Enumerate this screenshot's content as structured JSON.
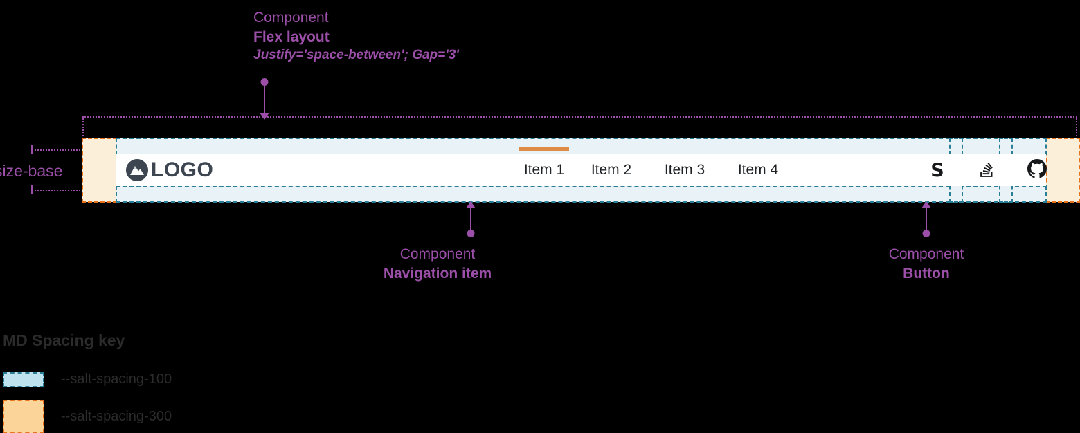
{
  "annotations": [
    {
      "kind": "Component",
      "name": "Flex layout",
      "props": "Justify='space-between'; Gap='3'"
    },
    {
      "kind": "Component",
      "name": "Navigation item",
      "props": ""
    },
    {
      "kind": "Component",
      "name": "Button",
      "props": ""
    }
  ],
  "dimension": {
    "label": "size-base"
  },
  "navbar": {
    "logo": {
      "text": "LOGO",
      "icon": "mountain-logo-icon"
    },
    "items": [
      {
        "label": "Item 1",
        "active": true
      },
      {
        "label": "Item 2",
        "active": false
      },
      {
        "label": "Item 3",
        "active": false
      },
      {
        "label": "Item 4",
        "active": false
      }
    ],
    "buttons": [
      {
        "icon": "salt-s-icon",
        "glyph": "S"
      },
      {
        "icon": "stackoverflow-icon",
        "glyph": ""
      },
      {
        "icon": "github-icon",
        "glyph": ""
      }
    ]
  },
  "key": {
    "title": "MD Spacing key",
    "rows": [
      {
        "label": "--salt-spacing-100",
        "fill": "#bfe3ee",
        "border": "#2a7f96"
      },
      {
        "label": "--salt-spacing-300",
        "fill": "#fbd49a",
        "border": "#e8731c"
      }
    ]
  },
  "colors": {
    "accent": "#9b4fa8",
    "spacing100_fill": "#e9f3f7",
    "spacing100_border": "#2a7f96",
    "spacing300_fill": "#fcefd9",
    "spacing300_border": "#e8731c",
    "active_indicator": "#e08b45",
    "logo": "#3c4550"
  }
}
